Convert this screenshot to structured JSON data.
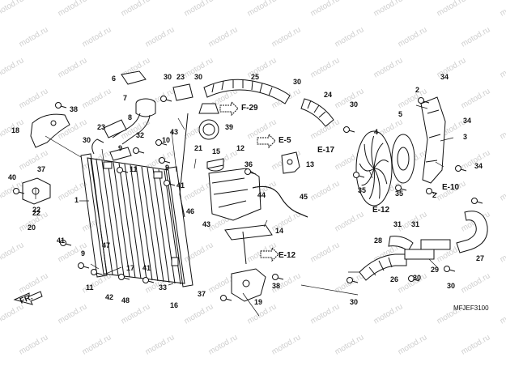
{
  "diagram": {
    "watermark_text": "motod.ru",
    "catalog_code": "MFJEF3100",
    "front_indicator": "FR.",
    "part_numbers": [
      "1",
      "2",
      "3",
      "4",
      "5",
      "6",
      "7",
      "8",
      "9",
      "10",
      "11",
      "12",
      "13",
      "14",
      "15",
      "16",
      "17",
      "18",
      "19",
      "20",
      "21",
      "22",
      "23",
      "24",
      "25",
      "26",
      "27",
      "28",
      "29",
      "30",
      "31",
      "32",
      "33",
      "34",
      "35",
      "36",
      "37",
      "38",
      "39",
      "40",
      "41",
      "42",
      "43",
      "44",
      "45",
      "46",
      "47",
      "48"
    ],
    "references": [
      "F-29",
      "E-5",
      "E-17",
      "E-12",
      "E-10"
    ]
  }
}
